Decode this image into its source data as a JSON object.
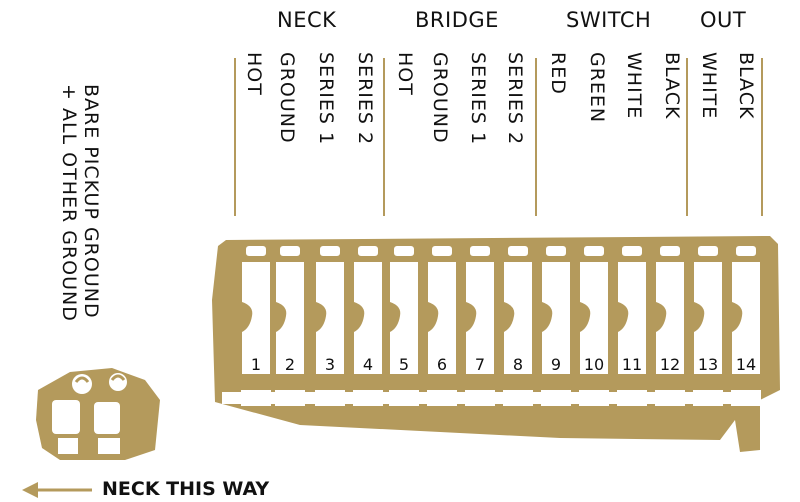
{
  "groups": [
    {
      "title": "NECK",
      "wires": [
        "HOT",
        "GROUND",
        "SERIES 1",
        "SERIES 2"
      ]
    },
    {
      "title": "BRIDGE",
      "wires": [
        "HOT",
        "GROUND",
        "SERIES 1",
        "SERIES 2"
      ]
    },
    {
      "title": "SWITCH",
      "wires": [
        "RED",
        "GREEN",
        "WHITE",
        "BLACK"
      ]
    },
    {
      "title": "OUT",
      "wires": [
        "WHITE",
        "BLACK"
      ]
    }
  ],
  "terminals": [
    "1",
    "2",
    "3",
    "4",
    "5",
    "6",
    "7",
    "8",
    "9",
    "10",
    "11",
    "12",
    "13",
    "14"
  ],
  "ground_note": [
    "BARE PICKUP GROUND",
    "+ ALL OTHER GROUND"
  ],
  "direction_note": "NECK THIS WAY",
  "colors": {
    "accent": "#b49a5c",
    "text": "#111111",
    "background": "#ffffff"
  }
}
